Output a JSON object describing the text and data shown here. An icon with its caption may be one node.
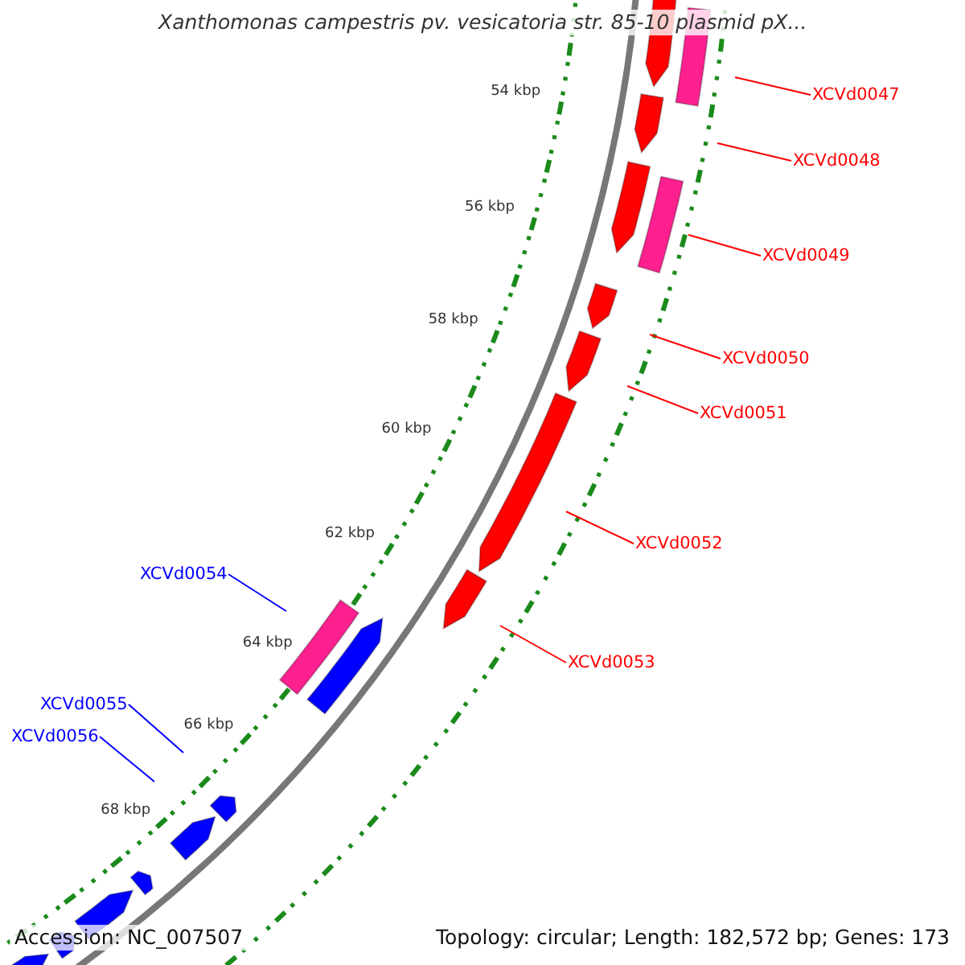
{
  "diagram": {
    "title": "Xanthomonas campestris pv. vesicatoria str. 85-10 plasmid pX...",
    "nodes": [
      {
        "text": [
          "XCVd0047"
        ]
      },
      {
        "text": [
          "XCVd0048"
        ]
      },
      {
        "text": [
          "XCVd0049"
        ]
      },
      {
        "text": [
          "XCVd0050"
        ]
      },
      {
        "text": [
          "XCVd0051"
        ]
      },
      {
        "text": [
          "XCVd0052"
        ]
      },
      {
        "text": [
          "XCVd0053"
        ]
      },
      {
        "text": [
          "XCVd0054"
        ]
      },
      {
        "text": [
          "XCVd0055"
        ]
      },
      {
        "text": [
          "XCVd0056"
        ]
      }
    ],
    "edges": [
      {
        "from": 0,
        "to": null,
        "arrow": "none"
      },
      {
        "from": 1,
        "to": null,
        "arrow": "none"
      },
      {
        "from": 2,
        "to": null,
        "arrow": "none"
      },
      {
        "from": 3,
        "to": null,
        "arrow": "none"
      },
      {
        "from": 4,
        "to": null,
        "arrow": "none"
      },
      {
        "from": 5,
        "to": null,
        "arrow": "none"
      },
      {
        "from": 6,
        "to": null,
        "arrow": "none"
      },
      {
        "from": 7,
        "to": null,
        "arrow": "none",
        "color": "#0000ff"
      },
      {
        "from": 8,
        "to": null,
        "arrow": "none",
        "color": "#0000ff"
      },
      {
        "from": 9,
        "to": null,
        "arrow": "none",
        "color": "#0000ff"
      }
    ],
    "labels": [
      "54 kbp",
      "56 kbp",
      "58 kbp",
      "60 kbp",
      "62 kbp",
      "64 kbp",
      "66 kbp",
      "68 kbp",
      "Accession: NC_007507",
      "Topology: circular; Length: 182,572 bp; Genes: 173"
    ]
  }
}
